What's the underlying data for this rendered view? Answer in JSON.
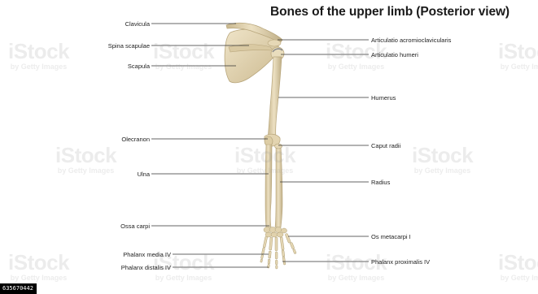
{
  "diagram": {
    "title": "Bones of the upper limb (Posterior view)",
    "labels_left": [
      {
        "id": "clavicula",
        "text": "Clavicula"
      },
      {
        "id": "spina-scapulae",
        "text": "Spina scapulae"
      },
      {
        "id": "scapula",
        "text": "Scapula"
      },
      {
        "id": "olecranon",
        "text": "Olecranon"
      },
      {
        "id": "ulna",
        "text": "Ulna"
      },
      {
        "id": "ossa-carpi",
        "text": "Ossa carpi"
      },
      {
        "id": "phalanx-media-iv",
        "text": "Phalanx media IV"
      },
      {
        "id": "phalanx-distalis-iv",
        "text": "Phalanx distalis IV"
      }
    ],
    "labels_right": [
      {
        "id": "articulatio-acromioclavicularis",
        "text": "Articulatio acromioclavicularis"
      },
      {
        "id": "articulatio-humeri",
        "text": "Articulatio humeri"
      },
      {
        "id": "humerus",
        "text": "Humerus"
      },
      {
        "id": "caput-radii",
        "text": "Caput radii"
      },
      {
        "id": "radius",
        "text": "Radius"
      },
      {
        "id": "os-metacarpi-i",
        "text": "Os metacarpi I"
      },
      {
        "id": "phalanx-proximalis-iv",
        "text": "Phalanx proximalis IV"
      }
    ]
  },
  "watermark": {
    "brand": "iStock",
    "byline": "by Getty Images"
  },
  "image_id": "635670442",
  "colors": {
    "bone": "#e3d4b0",
    "bone_shadow": "#c7b58c",
    "leader_line": "#333333"
  }
}
